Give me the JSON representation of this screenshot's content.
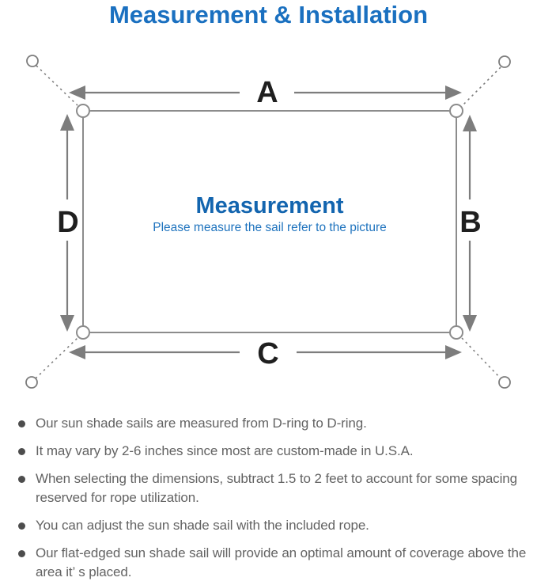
{
  "title": "Measurement & Installation",
  "diagram": {
    "labels": {
      "top": "A",
      "right": "B",
      "bottom": "C",
      "left": "D"
    },
    "center_heading": "Measurement",
    "center_subtitle": "Please measure the sail refer to the picture"
  },
  "notes": {
    "items": [
      {
        "text": "Our sun shade sails are measured from D-ring to D-ring."
      },
      {
        "text": "It may vary by 2-6 inches since most are custom-made in U.S.A."
      },
      {
        "text": "When selecting the dimensions, subtract 1.5 to 2 feet to account for some spacing reserved for rope utilization."
      },
      {
        "text": "You can adjust the sun shade sail with the included rope."
      },
      {
        "text": "Our flat-edged sun shade sail will provide an optimal amount of coverage above the area it’ s placed."
      }
    ]
  },
  "colors": {
    "title_blue": "#1a70c0",
    "heading_blue": "#1365af",
    "subtitle_blue": "#1e73be",
    "line_gray": "#7d7d7d",
    "border_gray": "#8c8c8c",
    "label_black": "#1f1f1f",
    "note_gray": "#636363",
    "bullet_gray": "#4d4d4d"
  }
}
